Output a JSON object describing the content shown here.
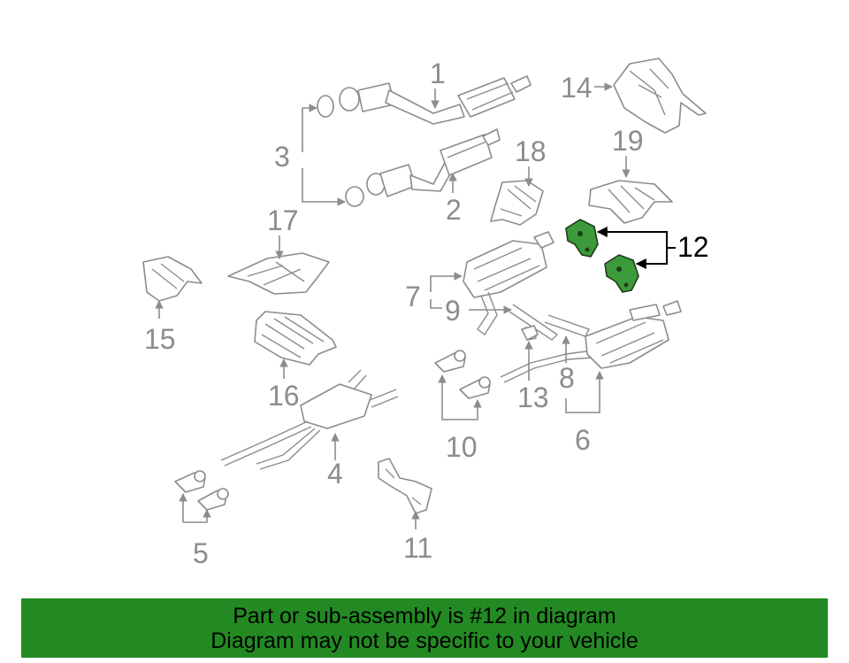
{
  "callouts": {
    "c1": "1",
    "c2": "2",
    "c3": "3",
    "c4": "4",
    "c5": "5",
    "c6": "6",
    "c7": "7",
    "c8": "8",
    "c9": "9",
    "c10": "10",
    "c11": "11",
    "c12": "12",
    "c13": "13",
    "c14": "14",
    "c15": "15",
    "c16": "16",
    "c17": "17",
    "c18": "18",
    "c19": "19"
  },
  "highlight": {
    "part": "12",
    "color": "#3d9a3a"
  },
  "banner": {
    "line1": "Part or sub-assembly is #12 in diagram",
    "line2": "Diagram may not be specific to your vehicle",
    "background": "#238a23"
  }
}
